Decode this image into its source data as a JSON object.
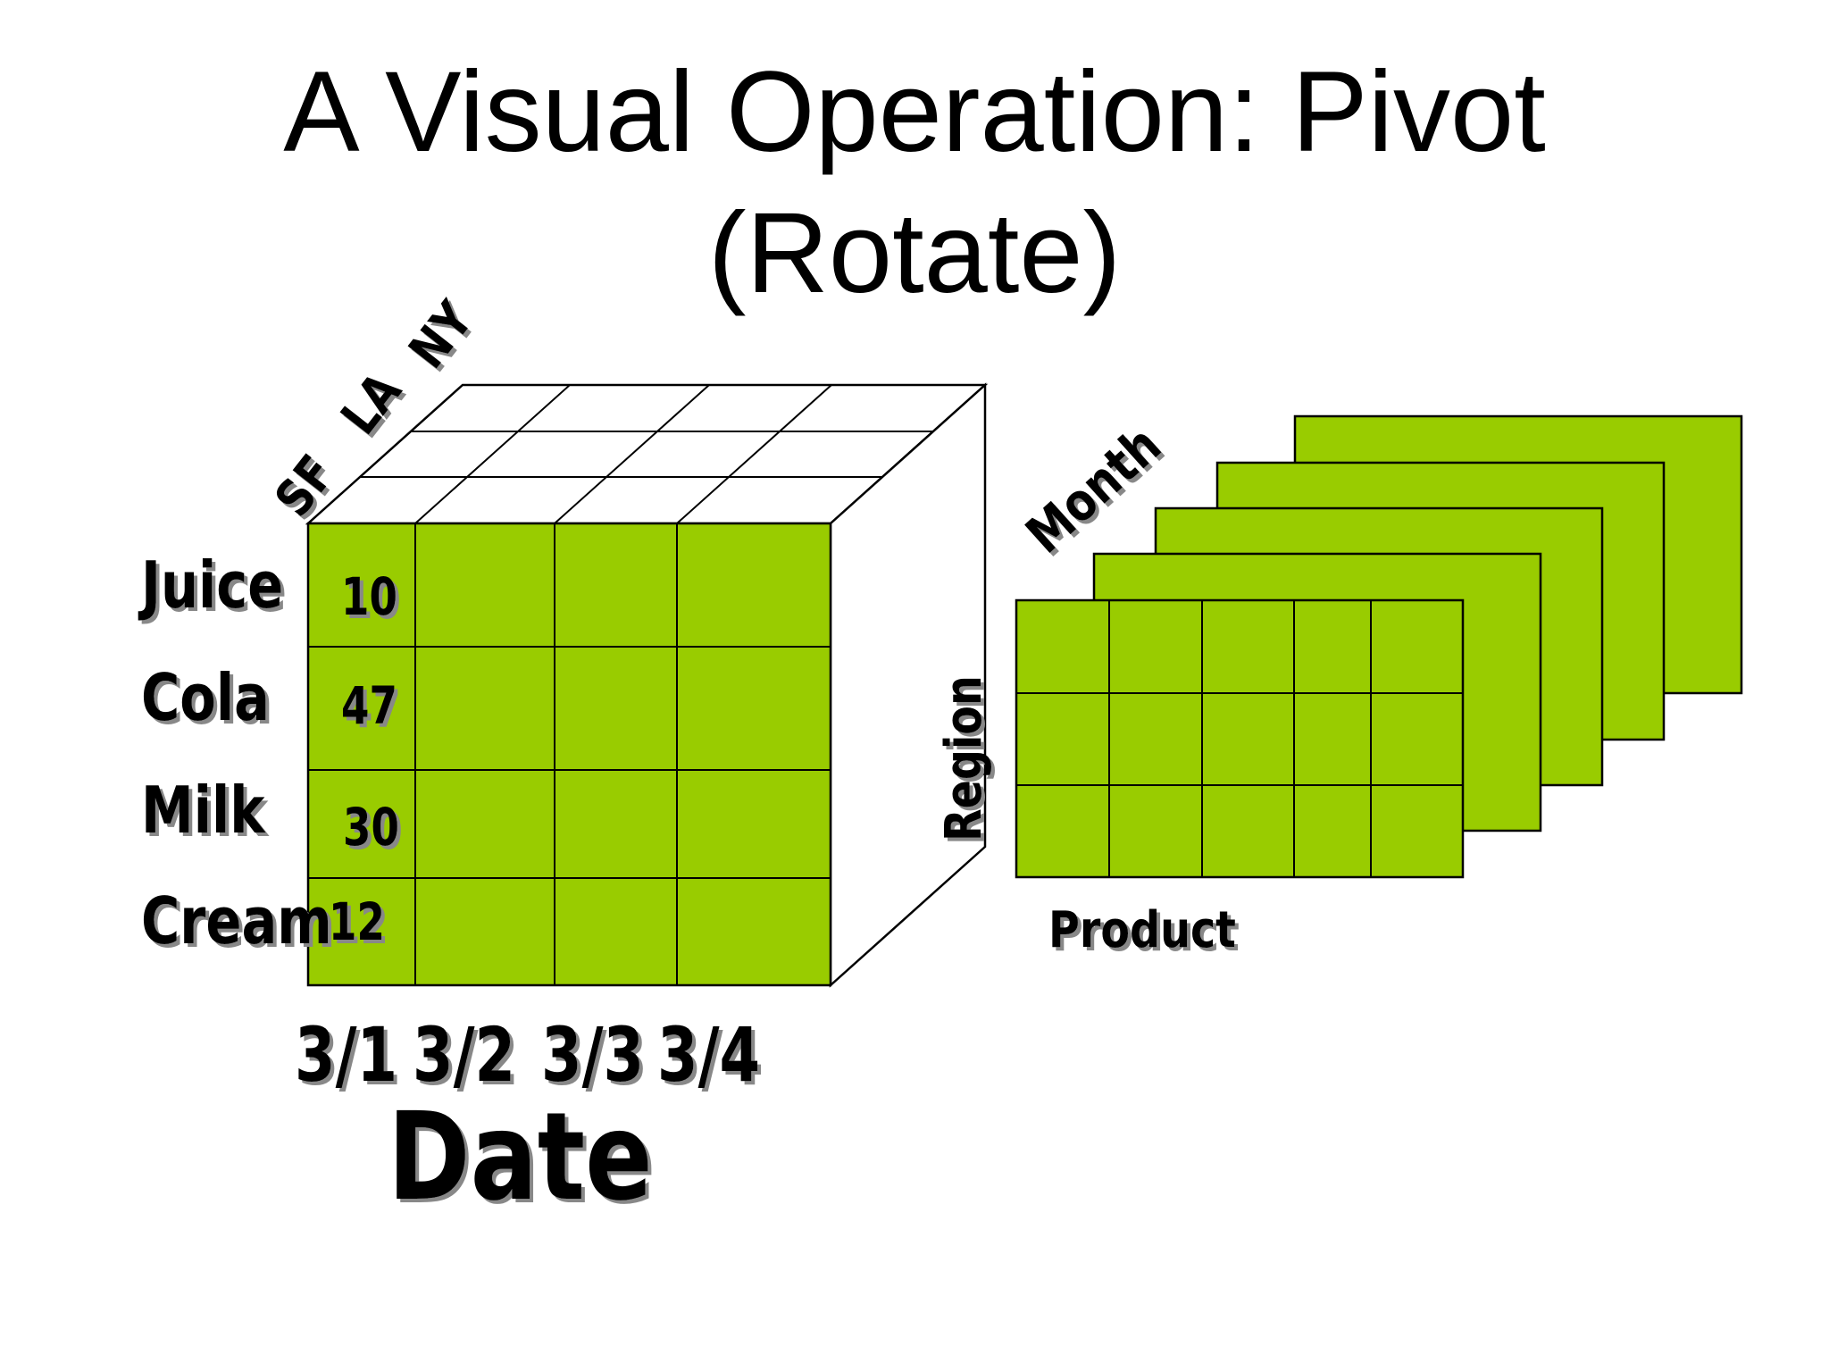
{
  "title": {
    "line1": "A Visual Operation:  Pivot",
    "line2": "(Rotate)"
  },
  "colors": {
    "cube_face": "#99cc00",
    "outline": "#000000",
    "label_shadow": "#888888"
  },
  "cube": {
    "depth_labels": [
      "SF",
      "LA",
      "NY"
    ],
    "row_labels": [
      "Juice",
      "Cola",
      "Milk",
      "Cream"
    ],
    "column_labels": [
      "3/1",
      "3/2",
      "3/3",
      "3/4"
    ],
    "cell_values": [
      "10",
      "47",
      "30",
      "12"
    ],
    "x_axis_title": "Date",
    "side_axis_title": "Region"
  },
  "pivoted": {
    "depth_axis_title": "Month",
    "bottom_axis_title": "Product",
    "slice_count": 5,
    "front_rows": 3,
    "front_cols": 5
  }
}
